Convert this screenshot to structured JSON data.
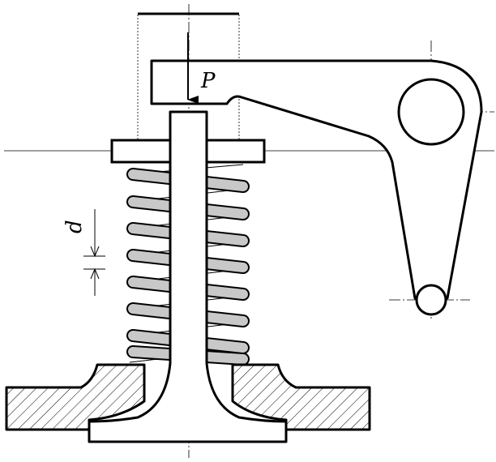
{
  "labels": {
    "force": "P",
    "wire_diameter": "d"
  },
  "colors": {
    "line": "#000000",
    "coil_fill": "#c8c8c8",
    "background": "#ffffff"
  },
  "parts": [
    "valve-stem",
    "spring-retainer",
    "coil-spring",
    "rocker-arm",
    "pivot-circle",
    "roller-circle",
    "cylinder-head-section"
  ]
}
